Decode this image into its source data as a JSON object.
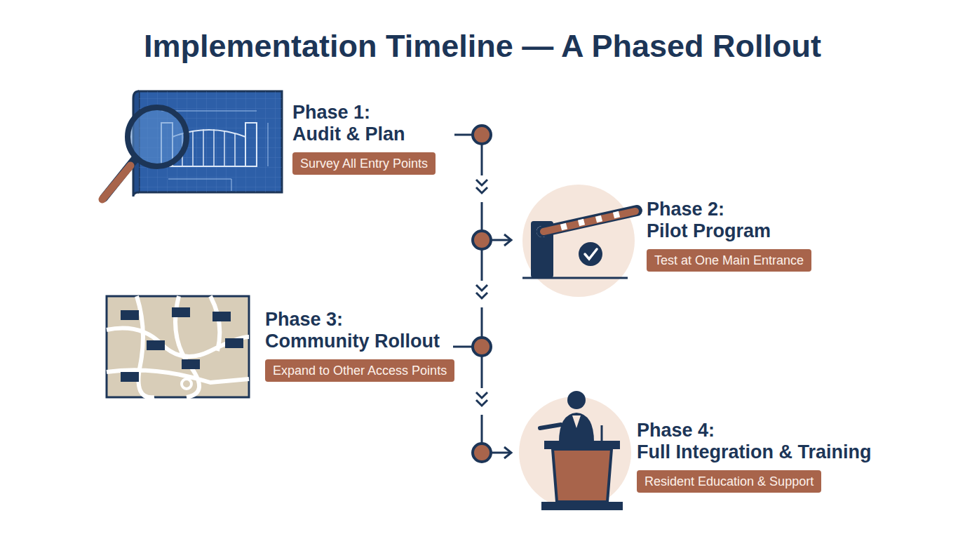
{
  "diagram": {
    "title": "Implementation Timeline — A Phased Rollout",
    "nodes": [
      {
        "text": [
          "Phase 1:",
          "Audit & Plan",
          "Survey All Entry Points"
        ]
      },
      {
        "text": [
          "Phase 2:",
          "Pilot Program",
          "Test at One Main Entrance"
        ]
      },
      {
        "text": [
          "Phase 3:",
          "Community Rollout",
          "Expand to Other Access Points"
        ]
      },
      {
        "text": [
          "Phase 4:",
          "Full Integration & Training",
          "Resident Education & Support"
        ]
      }
    ]
  }
}
